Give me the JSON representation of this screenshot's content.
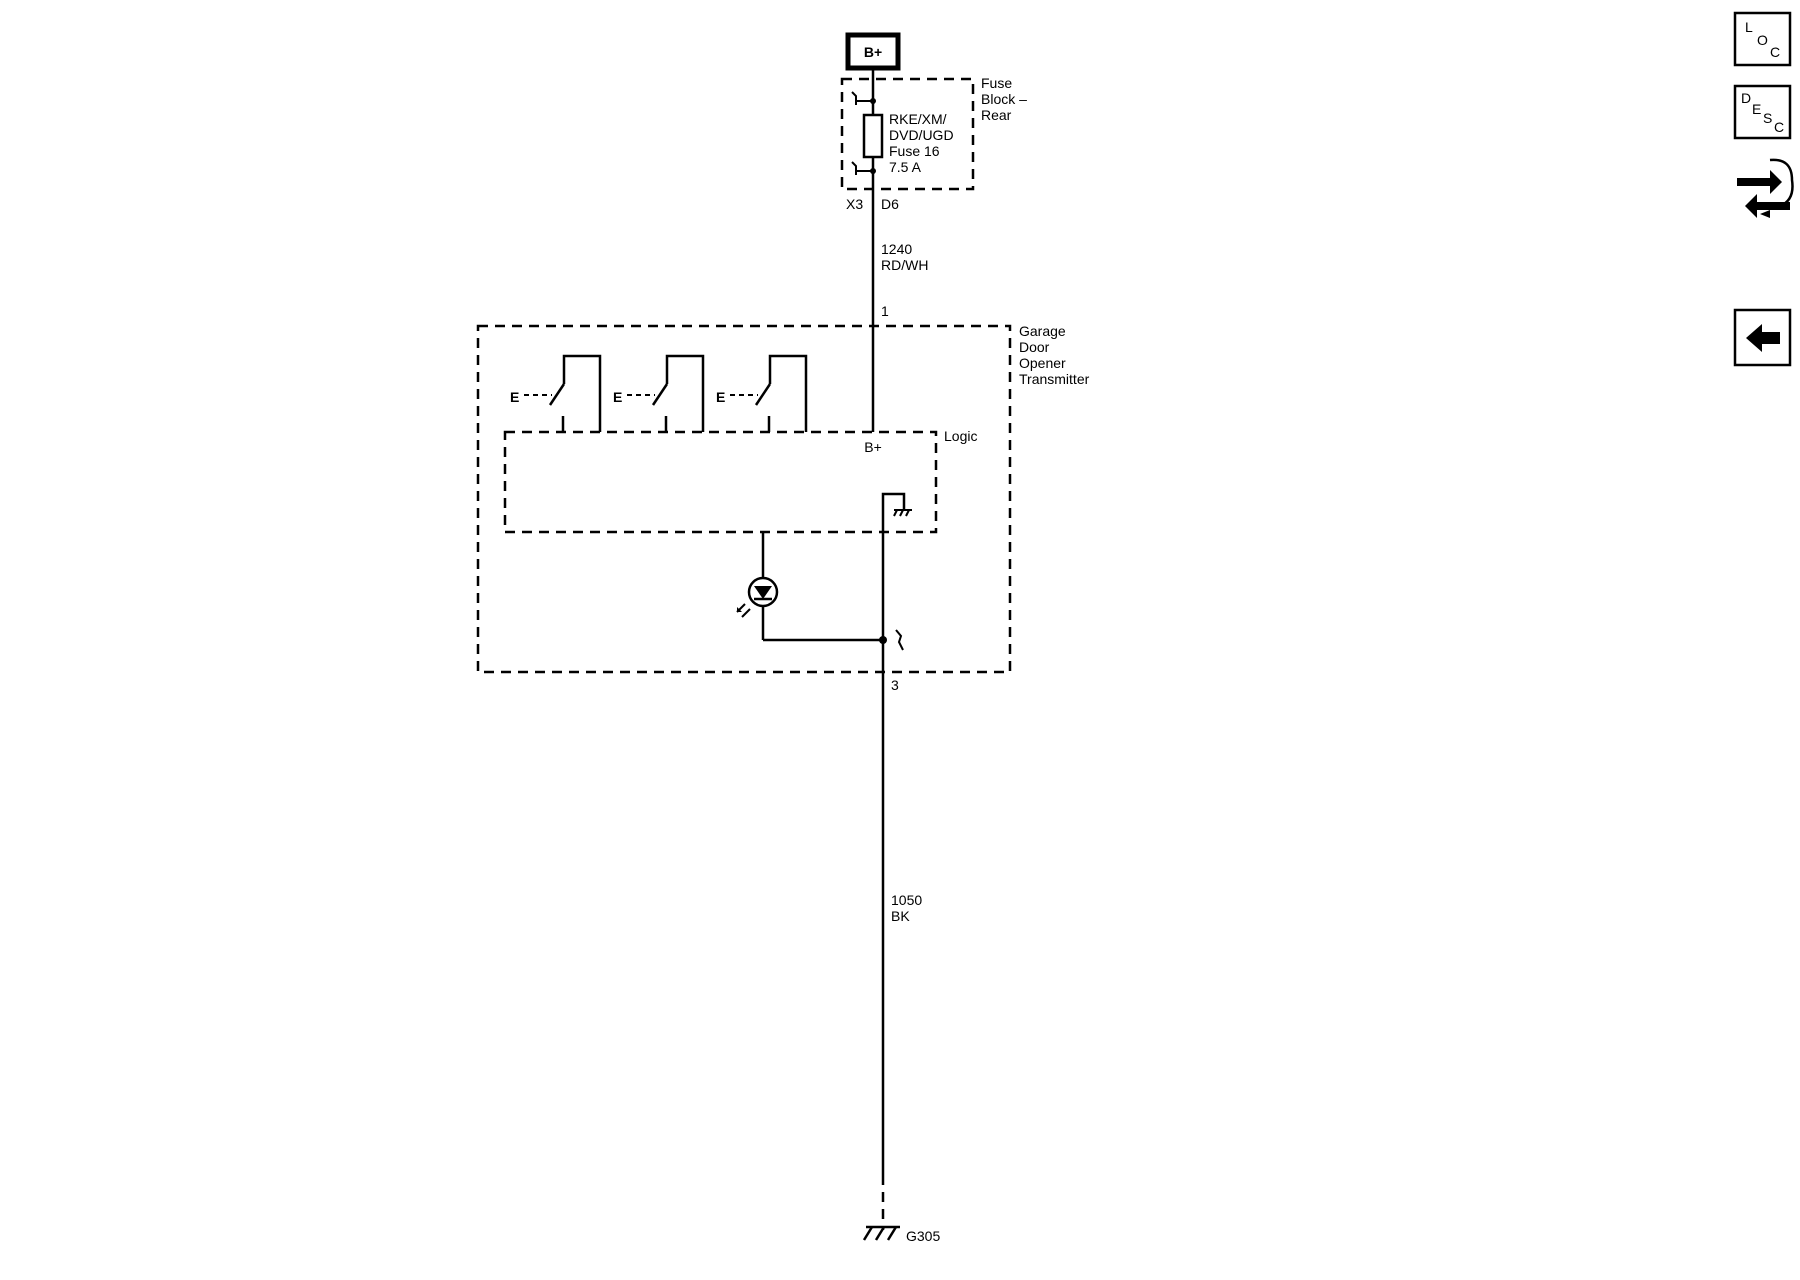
{
  "power_source": {
    "label": "B+"
  },
  "fuse_block": {
    "name_lines": [
      "Fuse",
      "Block –",
      "Rear"
    ],
    "fuse_lines": [
      "RKE/XM/",
      "DVD/UGD",
      "Fuse 16",
      "7.5 A"
    ],
    "connector": "X3",
    "pin": "D6"
  },
  "wire_power": {
    "circuit": "1240",
    "color": "RD/WH"
  },
  "gdo_module": {
    "name_lines": [
      "Garage",
      "Door",
      "Opener",
      "Transmitter"
    ],
    "pin_power": "1",
    "pin_ground": "3",
    "logic_label": "Logic",
    "logic_bplus": "B+",
    "switch_labels": [
      "E",
      "E",
      "E"
    ]
  },
  "wire_ground": {
    "circuit": "1050",
    "color": "BK"
  },
  "ground": {
    "label": "G305"
  },
  "nav": {
    "loc": {
      "letters": [
        "L",
        "O",
        "C"
      ]
    },
    "desc": {
      "letters": [
        "D",
        "E",
        "S",
        "C"
      ]
    },
    "connector_icon": "connector-end-view-icon",
    "back_icon": "back-arrow-icon"
  }
}
